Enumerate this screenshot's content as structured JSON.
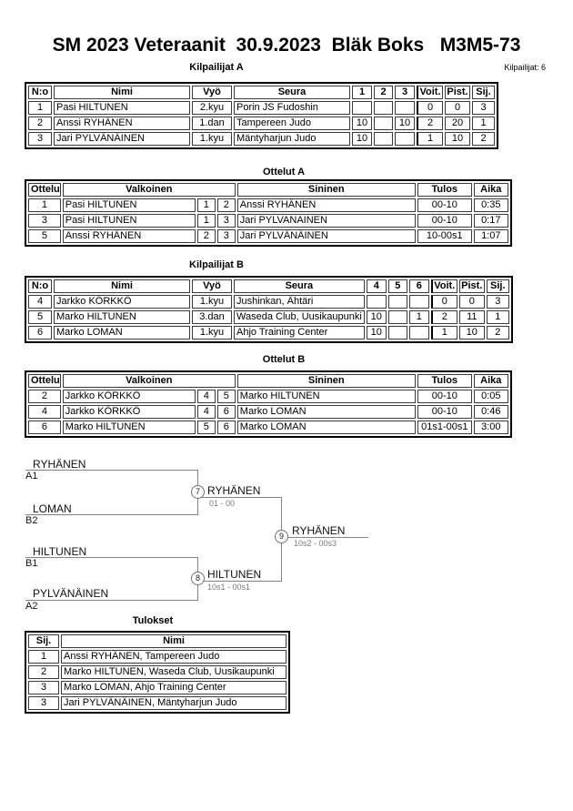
{
  "page": {
    "title": "SM 2023 Veteraanit  30.9.2023  Bläk Boks   M3M5-73",
    "competitors_note": "Kilpailijat: 6"
  },
  "pool_a": {
    "heading": "Kilpailijat A",
    "headers": {
      "no": "N:o",
      "name": "Nimi",
      "belt": "Vyö",
      "club": "Seura",
      "c1": "1",
      "c2": "2",
      "c3": "3",
      "wins": "Voit.",
      "points": "Pist.",
      "place": "Sij."
    },
    "rows": [
      {
        "no": "1",
        "name": "Pasi HILTUNEN",
        "belt": "2.kyu",
        "club": "Porin JS Fudoshin",
        "c1": "",
        "c2": "",
        "c3": "",
        "wins": "0",
        "points": "0",
        "place": "3"
      },
      {
        "no": "2",
        "name": "Anssi RYHÄNEN",
        "belt": "1.dan",
        "club": "Tampereen Judo",
        "c1": "10",
        "c2": "",
        "c3": "10",
        "wins": "2",
        "points": "20",
        "place": "1"
      },
      {
        "no": "3",
        "name": "Jari PYLVÄNÄINEN",
        "belt": "1.kyu",
        "club": "Mäntyharjun Judo",
        "c1": "10",
        "c2": "",
        "c3": "",
        "wins": "1",
        "points": "10",
        "place": "2"
      }
    ]
  },
  "matches_a": {
    "heading": "Ottelut A",
    "headers": {
      "match": "Ottelu",
      "white": "Valkoinen",
      "blue": "Sininen",
      "result": "Tulos",
      "time": "Aika"
    },
    "rows": [
      {
        "m": "1",
        "white": "Pasi HILTUNEN",
        "wn": "1",
        "bn": "2",
        "blue": "Anssi RYHÄNEN",
        "result": "00-10",
        "time": "0:35"
      },
      {
        "m": "3",
        "white": "Pasi HILTUNEN",
        "wn": "1",
        "bn": "3",
        "blue": "Jari PYLVANAINEN",
        "result": "00-10",
        "time": "0:17"
      },
      {
        "m": "5",
        "white": "Anssi RYHÄNEN",
        "wn": "2",
        "bn": "3",
        "blue": "Jari PYLVÄNÄINEN",
        "result": "10-00s1",
        "time": "1:07"
      }
    ]
  },
  "pool_b": {
    "heading": "Kilpailijat B",
    "headers": {
      "no": "N:o",
      "name": "Nimi",
      "belt": "Vyö",
      "club": "Seura",
      "c1": "4",
      "c2": "5",
      "c3": "6",
      "wins": "Voit.",
      "points": "Pist.",
      "place": "Sij."
    },
    "rows": [
      {
        "no": "4",
        "name": "Jarkko KÖRKKÖ",
        "belt": "1.kyu",
        "club": "Jushinkan, Ähtäri",
        "c1": "",
        "c2": "",
        "c3": "",
        "wins": "0",
        "points": "0",
        "place": "3"
      },
      {
        "no": "5",
        "name": "Marko HILTUNEN",
        "belt": "3.dan",
        "club": "Waseda Club, Uusikaupunki",
        "c1": "10",
        "c2": "",
        "c3": "1",
        "wins": "2",
        "points": "11",
        "place": "1"
      },
      {
        "no": "6",
        "name": "Marko LOMAN",
        "belt": "1.kyu",
        "club": "Ahjo Training Center",
        "c1": "10",
        "c2": "",
        "c3": "",
        "wins": "1",
        "points": "10",
        "place": "2"
      }
    ]
  },
  "matches_b": {
    "heading": "Ottelut B",
    "headers": {
      "match": "Ottelu",
      "white": "Valkoinen",
      "blue": "Sininen",
      "result": "Tulos",
      "time": "Aika"
    },
    "rows": [
      {
        "m": "2",
        "white": "Jarkko KÖRKKÖ",
        "wn": "4",
        "bn": "5",
        "blue": "Marko HILTUNEN",
        "result": "00-10",
        "time": "0:05"
      },
      {
        "m": "4",
        "white": "Jarkko KÖRKKÖ",
        "wn": "4",
        "bn": "6",
        "blue": "Marko LOMAN",
        "result": "00-10",
        "time": "0:46"
      },
      {
        "m": "6",
        "white": "Marko HILTUNEN",
        "wn": "5",
        "bn": "6",
        "blue": "Marko LOMAN",
        "result": "01s1-00s1",
        "time": "3:00"
      }
    ]
  },
  "bracket": {
    "entrants": [
      {
        "name": "RYHÄNEN",
        "seed": "A1"
      },
      {
        "name": "LOMAN",
        "seed": "B2"
      },
      {
        "name": "HILTUNEN",
        "seed": "B1"
      },
      {
        "name": "PYLVÄNÄINEN",
        "seed": "A2"
      }
    ],
    "matches": [
      {
        "number": "7",
        "winner": "RYHÄNEN",
        "score": "01 - 00"
      },
      {
        "number": "8",
        "winner": "HILTUNEN",
        "score": "10s1 - 00s1"
      },
      {
        "number": "9",
        "winner": "RYHÄNEN",
        "score": "10s2 - 00s3"
      }
    ]
  },
  "results": {
    "heading": "Tulokset",
    "headers": {
      "place": "Sij.",
      "name": "Nimi"
    },
    "rows": [
      {
        "place": "1",
        "name": "Anssi RYHÄNEN, Tampereen Judo"
      },
      {
        "place": "2",
        "name": "Marko HILTUNEN, Waseda Club, Uusikaupunki"
      },
      {
        "place": "3",
        "name": "Marko LOMAN, Ahjo Training Center"
      },
      {
        "place": "3",
        "name": "Jari PYLVÄNÄINEN, Mäntyharjun Judo"
      }
    ]
  }
}
